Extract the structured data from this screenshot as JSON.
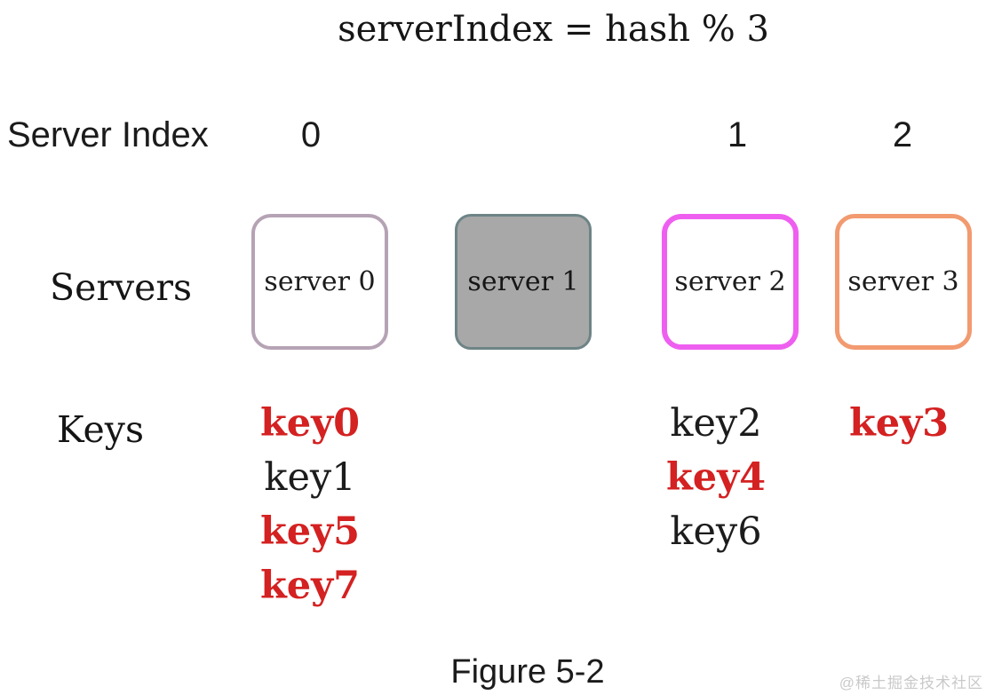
{
  "title": "serverIndex = hash % 3",
  "caption": "Figure 5-2",
  "watermark": "@稀土掘金技术社区",
  "labels": {
    "server_index": "Server Index",
    "servers": "Servers",
    "keys": "Keys"
  },
  "server_indices": [
    {
      "value": "0"
    },
    {
      "value": "1"
    },
    {
      "value": "2"
    }
  ],
  "servers": [
    {
      "label": "server 0",
      "style": "outline-mauve",
      "state": "online"
    },
    {
      "label": "server 1",
      "style": "filled-gray",
      "state": "offline"
    },
    {
      "label": "server 2",
      "style": "outline-magenta",
      "state": "online"
    },
    {
      "label": "server 3",
      "style": "outline-orange",
      "state": "online"
    }
  ],
  "key_columns": [
    {
      "under_server": "server 0",
      "keys": [
        {
          "label": "key0",
          "highlighted": true
        },
        {
          "label": "key1",
          "highlighted": false
        },
        {
          "label": "key5",
          "highlighted": true
        },
        {
          "label": "key7",
          "highlighted": true
        }
      ]
    },
    {
      "under_server": "server 2",
      "keys": [
        {
          "label": "key2",
          "highlighted": false
        },
        {
          "label": "key4",
          "highlighted": true
        },
        {
          "label": "key6",
          "highlighted": false
        }
      ]
    },
    {
      "under_server": "server 3",
      "keys": [
        {
          "label": "key3",
          "highlighted": true
        }
      ]
    }
  ],
  "colors": {
    "highlight_red": "#d42121",
    "text_black": "#1b1b1b",
    "server0_border": "#b5a3b5",
    "server1_fill": "#a8a8a8",
    "server1_border": "#6e8487",
    "server2_border": "#ee5ff0",
    "server3_border": "#f29a70",
    "watermark_gray": "#c9c9c9"
  }
}
